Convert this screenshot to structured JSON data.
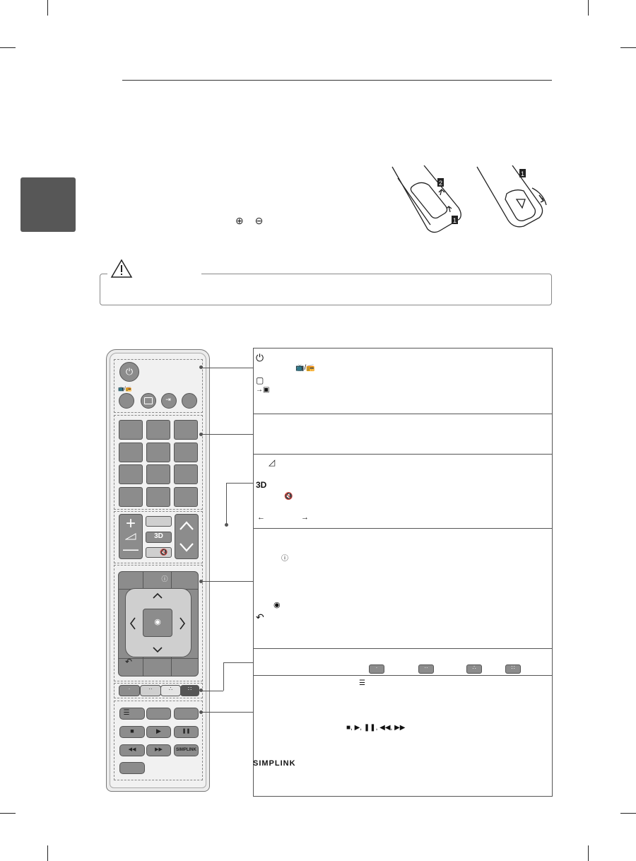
{
  "page": {
    "battery_polarity_symbols": "⊕ ⊖",
    "caution_icon": "warning-triangle-icon"
  },
  "remote": {
    "power_symbol": "⏻",
    "tv_rad_label": "📺/📻",
    "volume_plus": "+",
    "volume_minus": "—",
    "button_3d_label": "3D",
    "simplink_label": "SIMPLINK",
    "playback_symbols": [
      "■",
      "▶",
      "❚❚",
      "◀◀",
      "▶▶"
    ]
  },
  "descriptions": {
    "row1_icons": [
      "⏻",
      "📺/📻",
      "▢",
      "→▣"
    ],
    "row2_icons": [
      "◿",
      "3D",
      "🔇",
      "←",
      "→"
    ],
    "row3_icons": [
      "ⓘ",
      "◉",
      "↶"
    ],
    "row5_icon": "☰",
    "row6_playback": "■, ▶, ❚❚, ◀◀, ▶▶",
    "row6_simplink": "SIMPLINK"
  }
}
